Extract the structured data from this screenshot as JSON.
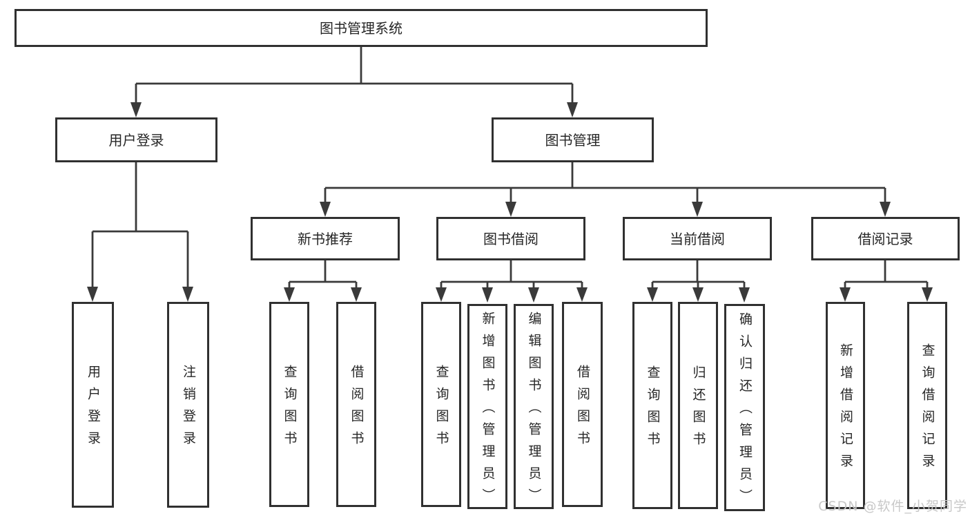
{
  "diagram_type": "hierarchy-tree",
  "colors": {
    "background": "#ffffff",
    "line": "#3a3a3a",
    "box_border": "#303030",
    "text": "#262626",
    "watermark": "#c8c8c8"
  },
  "nodes": {
    "root": {
      "label": "图书管理系统"
    },
    "user_login": {
      "label": "用户登录"
    },
    "book_management": {
      "label": "图书管理"
    },
    "new_book_recommend": {
      "label": "新书推荐"
    },
    "book_borrowing": {
      "label": "图书借阅"
    },
    "current_borrowing": {
      "label": "当前借阅"
    },
    "borrowing_records": {
      "label": "借阅记录"
    },
    "leaf_user_login": {
      "label": "用户登录"
    },
    "leaf_logout_login": {
      "label": "注销登录"
    },
    "recommend_query_books": {
      "label": "查询图书"
    },
    "recommend_borrow_books": {
      "label": "借阅图书"
    },
    "borrowing_query_books": {
      "label": "查询图书"
    },
    "borrowing_add_books_admin": {
      "label": "新增图书（管理员）"
    },
    "borrowing_edit_books_admin": {
      "label": "编辑图书（管理员）"
    },
    "borrowing_borrow_books": {
      "label": "借阅图书"
    },
    "current_query_books": {
      "label": "查询图书"
    },
    "current_return_books": {
      "label": "归还图书"
    },
    "current_confirm_return_admin": {
      "label": "确认归还（管理员）"
    },
    "records_add_borrow_record": {
      "label": "新增借阅记录"
    },
    "records_query_borrow_record": {
      "label": "查询借阅记录"
    }
  },
  "watermark": {
    "text": "CSDN @软件_小贺同学"
  }
}
